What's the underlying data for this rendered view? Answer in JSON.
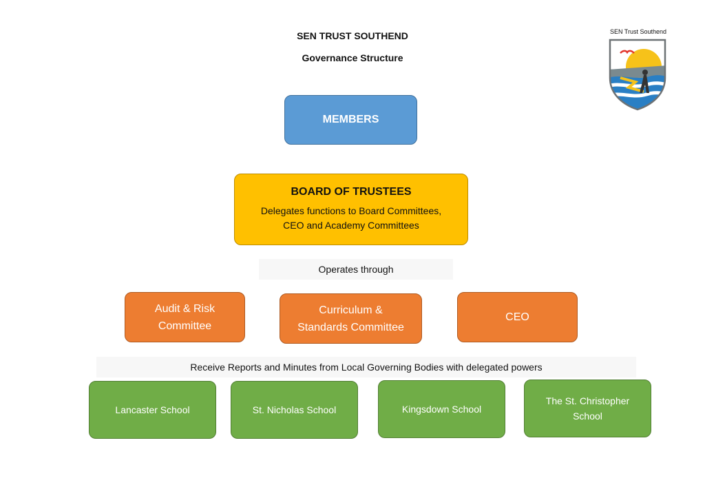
{
  "header": {
    "title": "SEN TRUST SOUTHEND",
    "subtitle": "Governance Structure"
  },
  "logo": {
    "caption": "SEN Trust Southend"
  },
  "members": {
    "label": "MEMBERS"
  },
  "board": {
    "title": "BOARD OF TRUSTEES",
    "description_line1": "Delegates functions to Board Committees,",
    "description_line2": "CEO and Academy Committees"
  },
  "operates_label": "Operates through",
  "committees": {
    "audit_line1": "Audit & Risk",
    "audit_line2": "Committee",
    "curriculum_line1": "Curriculum &",
    "curriculum_line2": "Standards Committee",
    "ceo": "CEO"
  },
  "receive_label": "Receive Reports and Minutes from Local Governing Bodies with delegated powers",
  "schools": {
    "s1": "Lancaster School",
    "s2": "St. Nicholas School",
    "s3": "Kingsdown School",
    "s4_line1": "The St. Christopher",
    "s4_line2": "School"
  },
  "colors": {
    "members": "#5b9bd5",
    "board": "#ffc000",
    "committee": "#ed7d31",
    "school": "#70ad47"
  }
}
